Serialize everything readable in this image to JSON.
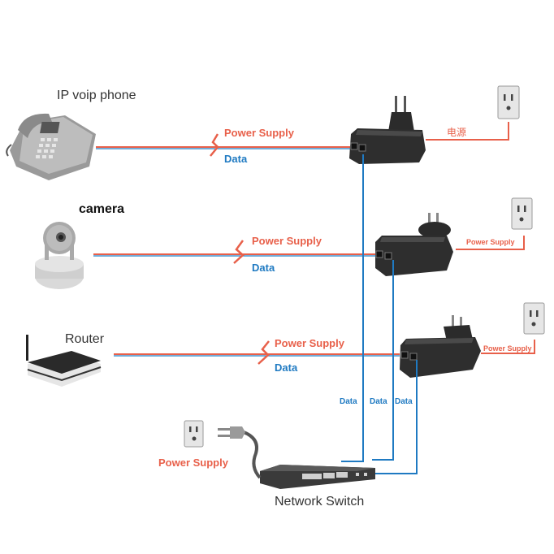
{
  "colors": {
    "power": "#e8604a",
    "data": "#1f7ac2",
    "device_dark": "#2b2b2b",
    "device_light": "#c9c9c9"
  },
  "devices": {
    "phone": {
      "label": "IP voip phone",
      "icon": "ip-phone-icon"
    },
    "camera": {
      "label": "camera",
      "icon": "ip-camera-icon"
    },
    "router": {
      "label": "Router",
      "icon": "router-icon"
    },
    "switch": {
      "label": "Network Switch",
      "icon": "network-switch-icon"
    }
  },
  "injectors": [
    {
      "plug": "EU",
      "icon": "poe-injector-eu-plug-icon",
      "outlet_label": "电源"
    },
    {
      "plug": "AU",
      "icon": "poe-injector-au-plug-icon",
      "outlet_label": "Power Supply"
    },
    {
      "plug": "US",
      "icon": "poe-injector-us-plug-icon",
      "outlet_label": "Power Supply"
    }
  ],
  "links": [
    {
      "power_label": "Power Supply",
      "data_label": "Data"
    },
    {
      "power_label": "Power Supply",
      "data_label": "Data"
    },
    {
      "power_label": "Power Supply",
      "data_label": "Data"
    }
  ],
  "uplinks": [
    "Data",
    "Data",
    "Data"
  ],
  "switch_power_label": "Power Supply"
}
